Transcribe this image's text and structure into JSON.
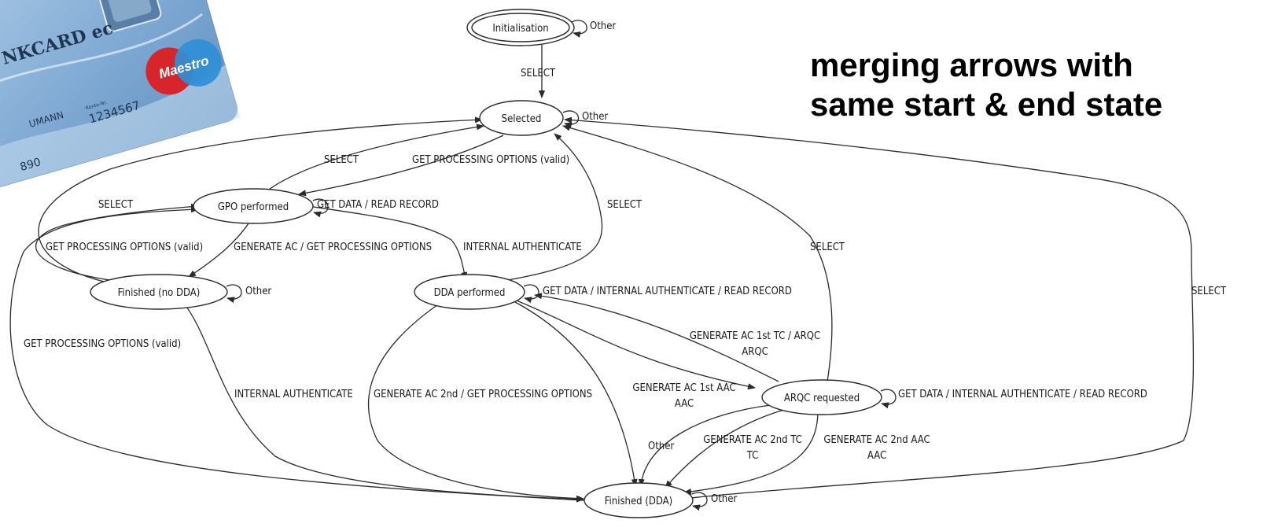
{
  "headline": {
    "line1": "merging arrows with",
    "line2": "same start & end state"
  },
  "card": {
    "brand": "Maestro",
    "text_line1": "NKCARD ec",
    "text_holder": "UMANN",
    "text_number_small": "Konto-Nr.",
    "text_number": "1234567",
    "text_bottom": "890",
    "colors": {
      "card": "#7fa9d3",
      "card_light": "#b9d3ea",
      "maestro_red": "#d7262b",
      "maestro_blue": "#2f8fd6"
    }
  },
  "nodes": {
    "initialisation": "Initialisation",
    "selected": "Selected",
    "gpo_performed": "GPO performed",
    "finished_no_dda": "Finished (no DDA)",
    "dda_performed": "DDA performed",
    "arqc_requested": "ARQC requested",
    "finished_dda": "Finished (DDA)"
  },
  "edges": {
    "init_other": "Other",
    "init_select": "SELECT",
    "selected_other": "Other",
    "gpo_select": "SELECT",
    "selected_gpo": "GET PROCESSING OPTIONS (valid)",
    "gpo_self": "GET DATA / READ RECORD",
    "fndda_select": "SELECT",
    "fndda_gpo": "GET PROCESSING OPTIONS (valid)",
    "gpo_fndda": "GENERATE AC / GET PROCESSING OPTIONS",
    "gpo_dda": "INTERNAL AUTHENTICATE",
    "dda_select": "SELECT",
    "fndda_other": "Other",
    "dda_self": "GET DATA / INTERNAL AUTHENTICATE / READ RECORD",
    "fdda_gpo": "GET PROCESSING OPTIONS (valid)",
    "arqc_select": "SELECT",
    "fdda_select": "SELECT",
    "dda_arqc_1": "GENERATE AC 1st TC / ARQC",
    "dda_arqc_2": "ARQC",
    "fndda_fdda": "INTERNAL AUTHENTICATE",
    "dda_fdda_gen2": "GENERATE AC 2nd / GET PROCESSING OPTIONS",
    "dda_fdda_aac_1": "GENERATE AC 1st AAC",
    "dda_fdda_aac_2": "AAC",
    "arqc_self": "GET DATA / INTERNAL AUTHENTICATE / READ RECORD",
    "arqc_other": "Other",
    "arqc_tc_1": "GENERATE AC 2nd TC",
    "arqc_tc_2": "TC",
    "arqc_aac_1": "GENERATE AC 2nd AAC",
    "arqc_aac_2": "AAC",
    "fdda_other": "Other"
  }
}
